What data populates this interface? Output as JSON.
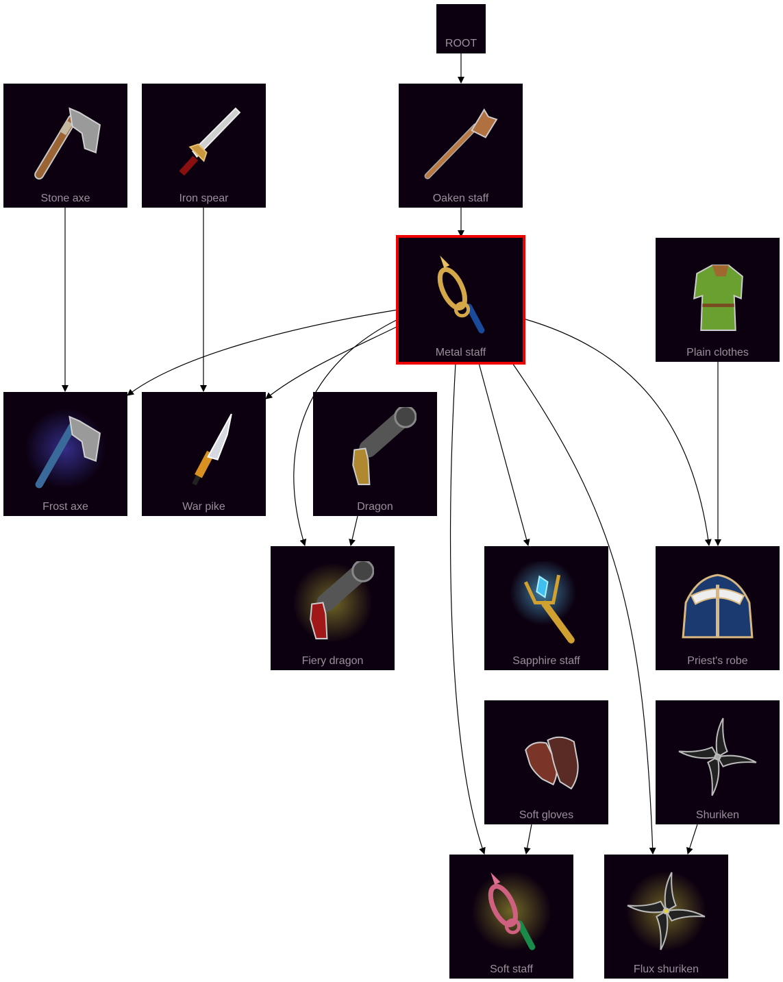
{
  "graph": {
    "selected_node": "metal_staff",
    "colors": {
      "node_fill": "#0c0010",
      "label_text": "#9a9099",
      "selected_border": "#ee0000",
      "edge": "#000000",
      "background": "#ffffff"
    },
    "nodes": {
      "root": {
        "label": "ROOT",
        "icon": "none"
      },
      "stone_axe": {
        "label": "Stone axe",
        "icon": "stone-axe-icon"
      },
      "iron_spear": {
        "label": "Iron spear",
        "icon": "iron-spear-icon"
      },
      "oaken_staff": {
        "label": "Oaken staff",
        "icon": "oaken-staff-icon"
      },
      "metal_staff": {
        "label": "Metal staff",
        "icon": "metal-staff-icon"
      },
      "plain_clothes": {
        "label": "Plain clothes",
        "icon": "plain-clothes-icon"
      },
      "frost_axe": {
        "label": "Frost axe",
        "icon": "frost-axe-icon"
      },
      "war_pike": {
        "label": "War pike",
        "icon": "war-pike-icon"
      },
      "dragon": {
        "label": "Dragon",
        "icon": "dragon-gun-icon"
      },
      "fiery_dragon": {
        "label": "Fiery dragon",
        "icon": "fiery-dragon-gun-icon"
      },
      "sapphire_staff": {
        "label": "Sapphire staff",
        "icon": "sapphire-staff-icon"
      },
      "priests_robe": {
        "label": "Priest's robe",
        "icon": "priests-robe-icon"
      },
      "soft_gloves": {
        "label": "Soft gloves",
        "icon": "soft-gloves-icon"
      },
      "shuriken": {
        "label": "Shuriken",
        "icon": "shuriken-icon"
      },
      "soft_staff": {
        "label": "Soft staff",
        "icon": "soft-staff-icon"
      },
      "flux_shuriken": {
        "label": "Flux shuriken",
        "icon": "flux-shuriken-icon"
      }
    },
    "edges": [
      {
        "from": "ROOT",
        "to": "Oaken staff"
      },
      {
        "from": "Oaken staff",
        "to": "Metal staff"
      },
      {
        "from": "Stone axe",
        "to": "Frost axe"
      },
      {
        "from": "Iron spear",
        "to": "War pike"
      },
      {
        "from": "Metal staff",
        "to": "Frost axe"
      },
      {
        "from": "Metal staff",
        "to": "War pike"
      },
      {
        "from": "Metal staff",
        "to": "Fiery dragon"
      },
      {
        "from": "Dragon",
        "to": "Fiery dragon"
      },
      {
        "from": "Metal staff",
        "to": "Sapphire staff"
      },
      {
        "from": "Metal staff",
        "to": "Priest's robe"
      },
      {
        "from": "Plain clothes",
        "to": "Priest's robe"
      },
      {
        "from": "Metal staff",
        "to": "Soft staff"
      },
      {
        "from": "Soft gloves",
        "to": "Soft staff"
      },
      {
        "from": "Metal staff",
        "to": "Flux shuriken"
      },
      {
        "from": "Shuriken",
        "to": "Flux shuriken"
      }
    ]
  }
}
